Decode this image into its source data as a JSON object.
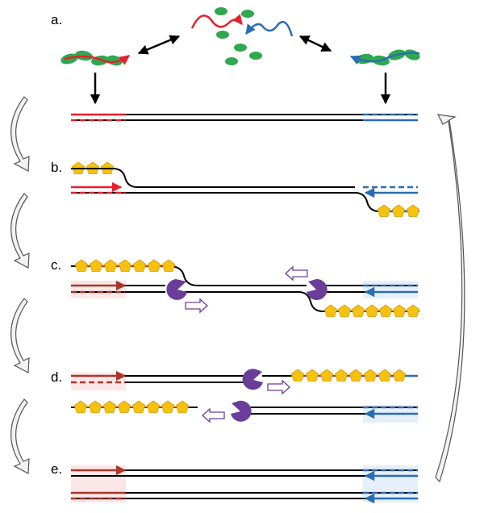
{
  "panels": {
    "a": {
      "label": "a."
    },
    "b": {
      "label": "b."
    },
    "c": {
      "label": "c."
    },
    "d": {
      "label": "d."
    },
    "e": {
      "label": "e."
    }
  },
  "colors": {
    "forward_primer": "#e8202a",
    "forward_primer_dark": "#a8362a",
    "reverse_primer": "#2a6db3",
    "strand": "#000000",
    "ssb_protein": "#f5c20f",
    "ssb_edge": "#d99a00",
    "recombinase": "#2fa84f",
    "polymerase": "#6a3d9a",
    "highlight_red": "#f9d5d8",
    "highlight_blue": "#d5e6f7",
    "cycle_arrow_fill": "#f2f2f2"
  },
  "icons": {
    "protein_primer_complex": "recombinase-primer-complex-icon",
    "ssb": "single-strand-binding-protein-icon",
    "polymerase": "strand-displacing-polymerase-icon",
    "cycle_arrow": "cycle-arrow-icon",
    "direction_arrow": "hollow-direction-arrow-icon"
  }
}
